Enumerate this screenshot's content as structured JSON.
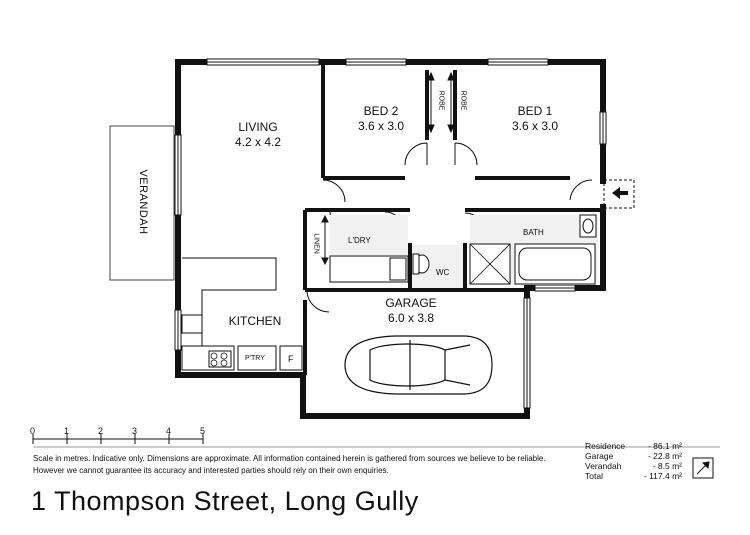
{
  "rooms": {
    "living": {
      "name": "LIVING",
      "size": "4.2 x 4.2"
    },
    "bed2": {
      "name": "BED 2",
      "size": "3.6 x 3.0"
    },
    "bed1": {
      "name": "BED 1",
      "size": "3.6 x 3.0"
    },
    "garage": {
      "name": "GARAGE",
      "size": "6.0 x 3.8"
    },
    "kitchen": {
      "name": "KITCHEN"
    },
    "verandah": {
      "name": "VERANDAH"
    },
    "laundry": {
      "name": "L'DRY"
    },
    "bath": {
      "name": "BATH"
    },
    "wc": {
      "name": "WC"
    },
    "linen": {
      "name": "LINEN"
    },
    "robe_left": {
      "name": "ROBE"
    },
    "robe_right": {
      "name": "ROBE"
    },
    "pantry": {
      "name": "P'TRY"
    },
    "fridge": {
      "name": "F"
    }
  },
  "scale": {
    "ticks": [
      "0",
      "1",
      "2",
      "3",
      "4",
      "5"
    ]
  },
  "disclaimer": "Scale in metres. Indicative only. Dimensions are approximate. All information contained herein is gathered from sources we believe to be reliable. However we cannot guarantee its accuracy and interested parties should rely on their own enquiries.",
  "areas": [
    {
      "name": "Residence",
      "value": "- 86.1 m²"
    },
    {
      "name": "Garage",
      "value": "- 22.8 m²"
    },
    {
      "name": "Verandah",
      "value": "- 8.5 m²"
    },
    {
      "name": "Total",
      "value": "- 117.4 m²"
    }
  ],
  "address": "1 Thompson Street, Long Gully"
}
